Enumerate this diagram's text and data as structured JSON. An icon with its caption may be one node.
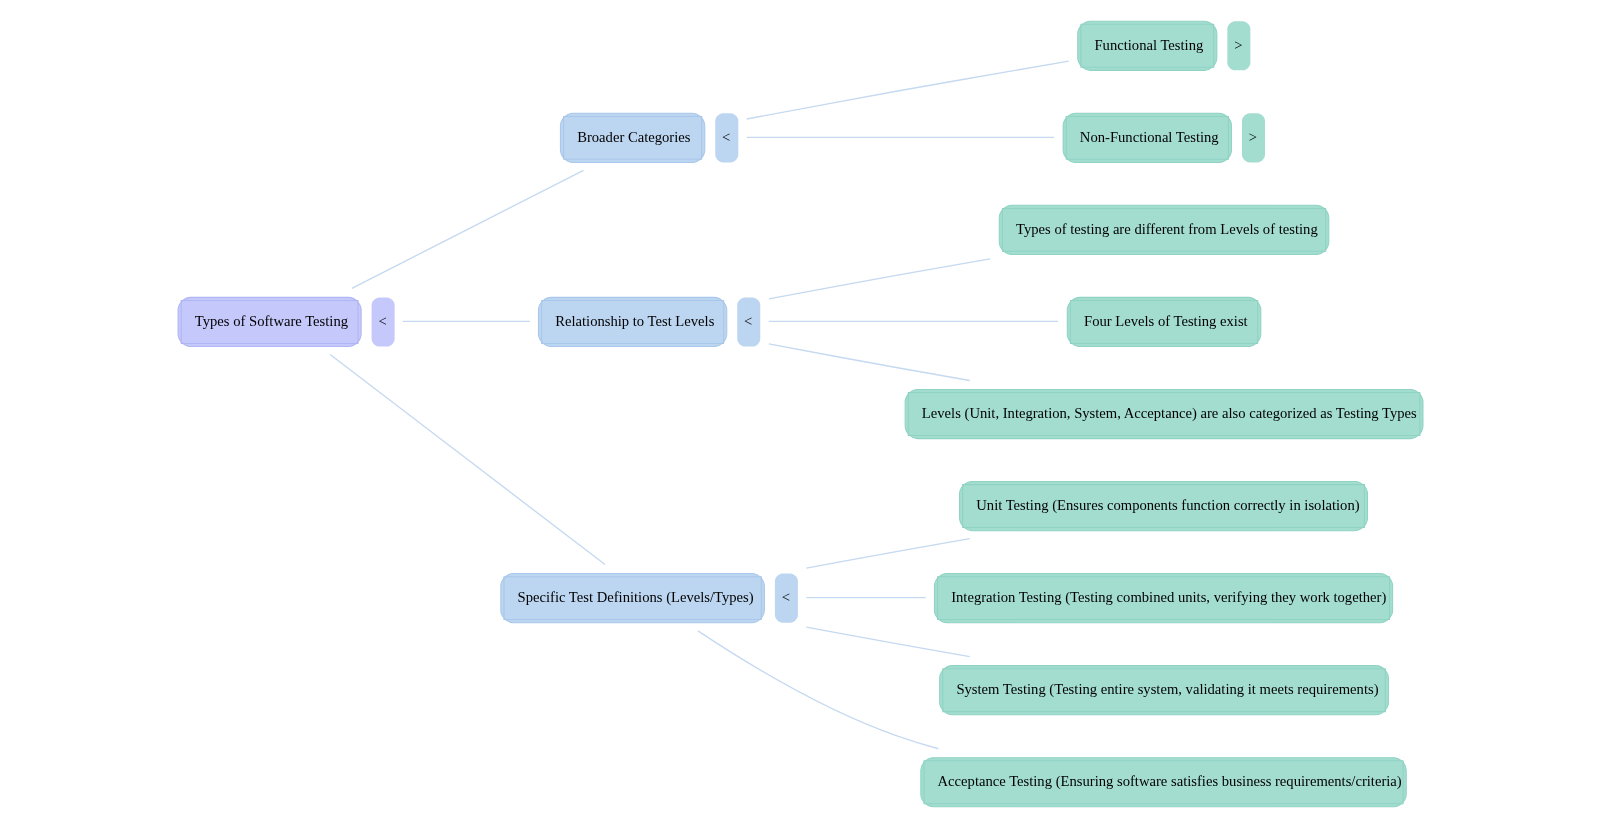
{
  "diagram": {
    "nodes": [
      {
        "text": [
          "Types of Software Testing"
        ],
        "beside": [
          "<"
        ]
      },
      {
        "text": [
          "Broader Categories"
        ],
        "beside": [
          "<"
        ]
      },
      {
        "text": [
          "Functional Testing"
        ],
        "beside": [
          ">"
        ]
      },
      {
        "text": [
          "Non-Functional Testing"
        ],
        "beside": [
          ">"
        ]
      },
      {
        "text": [
          "Relationship to Test Levels"
        ],
        "beside": [
          "<"
        ]
      },
      {
        "text": [
          "Types of testing are different from Levels of testing"
        ]
      },
      {
        "text": [
          "Four Levels of Testing exist"
        ]
      },
      {
        "text": [
          "Levels (Unit, Integration, System, Acceptance) are also categorized as Testing Types"
        ]
      },
      {
        "text": [
          "Specific Test Definitions (Levels/Types)"
        ],
        "beside": [
          "<"
        ]
      },
      {
        "text": [
          "Unit Testing (Ensures components function correctly in isolation)"
        ]
      },
      {
        "text": [
          "Integration Testing (Testing combined units, verifying they work together)"
        ]
      },
      {
        "text": [
          "System Testing (Testing entire system, validating it meets requirements)"
        ]
      },
      {
        "text": [
          "Acceptance Testing (Ensuring software satisfies business requirements/criteria)"
        ]
      }
    ],
    "edges": [
      {
        "from": 0,
        "to": 1,
        "arrow": "none"
      },
      {
        "from": 1,
        "to": 2,
        "arrow": "none"
      },
      {
        "from": 1,
        "to": 3,
        "arrow": "none"
      },
      {
        "from": 0,
        "to": 4,
        "arrow": "none"
      },
      {
        "from": 4,
        "to": 5,
        "arrow": "none"
      },
      {
        "from": 4,
        "to": 6,
        "arrow": "none"
      },
      {
        "from": 4,
        "to": 7,
        "arrow": "none"
      },
      {
        "from": 0,
        "to": 8,
        "arrow": "none"
      },
      {
        "from": 8,
        "to": 9,
        "arrow": "none"
      },
      {
        "from": 8,
        "to": 10,
        "arrow": "none"
      },
      {
        "from": 8,
        "to": 11,
        "arrow": "none"
      },
      {
        "from": 8,
        "to": 12,
        "arrow": "none"
      }
    ]
  }
}
